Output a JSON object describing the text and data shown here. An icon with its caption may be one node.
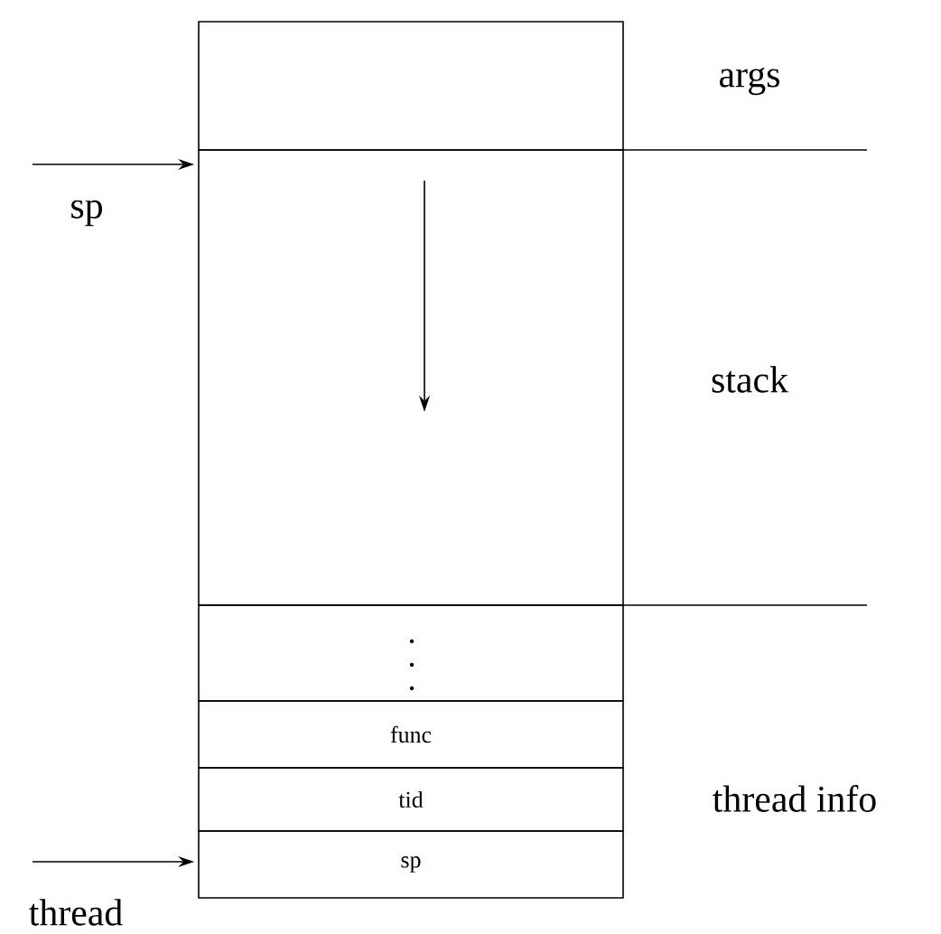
{
  "diagram": {
    "nodes": [
      {
        "text": [],
        "shape": "box",
        "beside": [
          "args"
        ]
      },
      {
        "text": [],
        "shape": "box",
        "beside": [
          "stack"
        ]
      },
      {
        "text": [],
        "shape": "box"
      },
      {
        "text": [
          "func"
        ]
      },
      {
        "text": [
          "tid"
        ]
      },
      {
        "text": [
          "sp"
        ]
      }
    ],
    "edges": [
      {
        "from": null,
        "to": 1,
        "arrow": "to",
        "label": "sp"
      },
      {
        "from": null,
        "to": 5,
        "arrow": "to",
        "label": "thread"
      }
    ],
    "labels": [
      "thread info"
    ]
  }
}
